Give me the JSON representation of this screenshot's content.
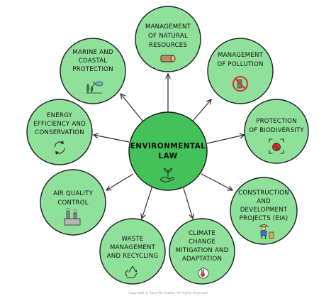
{
  "center": {
    "lines": [
      "ENVIRONMENTAL",
      "LAW"
    ],
    "icon": "hand-with-plant-icon"
  },
  "nodes": [
    {
      "id": "natural-resources",
      "lines": [
        "MANAGEMENT",
        "OF NATURAL",
        "RESOURCES"
      ],
      "icon": "log-icon"
    },
    {
      "id": "pollution",
      "lines": [
        "MANAGEMENT",
        "OF POLLUTION"
      ],
      "icon": "no-pollution-icon"
    },
    {
      "id": "biodiversity",
      "lines": [
        "PROTECTION",
        "OF BIODIVERSITY"
      ],
      "icon": "ladybird-icon"
    },
    {
      "id": "eia",
      "lines": [
        "CONSTRUCTION",
        "AND",
        "DEVELOPMENT",
        "PROJECTS (EIA)"
      ],
      "icon": "construction-worker-icon"
    },
    {
      "id": "climate",
      "lines": [
        "CLIMATE",
        "CHANGE",
        "MITIGATION AND",
        "ADAPTATION"
      ],
      "icon": "thermometer-icon"
    },
    {
      "id": "waste",
      "lines": [
        "WASTE",
        "MANAGEMENT",
        "AND RECYCLING"
      ],
      "icon": "recycle-icon"
    },
    {
      "id": "air",
      "lines": [
        "AIR QUALITY",
        "CONTROL"
      ],
      "icon": "factory-icon"
    },
    {
      "id": "energy",
      "lines": [
        "ENERGY",
        "EFFICIENCY AND",
        "CONSERVATION"
      ],
      "icon": "renew-arrows-icon"
    },
    {
      "id": "marine",
      "lines": [
        "MARINE AND",
        "COASTAL",
        "PROTECTION"
      ],
      "icon": "seaweed-fish-icon"
    }
  ],
  "footer": "Copyright © Save My Exams. All Rights Reserved",
  "colors": {
    "node_fill": "#8fe09a",
    "center_fill": "#43c25a",
    "outline": "#1f1f1f"
  }
}
